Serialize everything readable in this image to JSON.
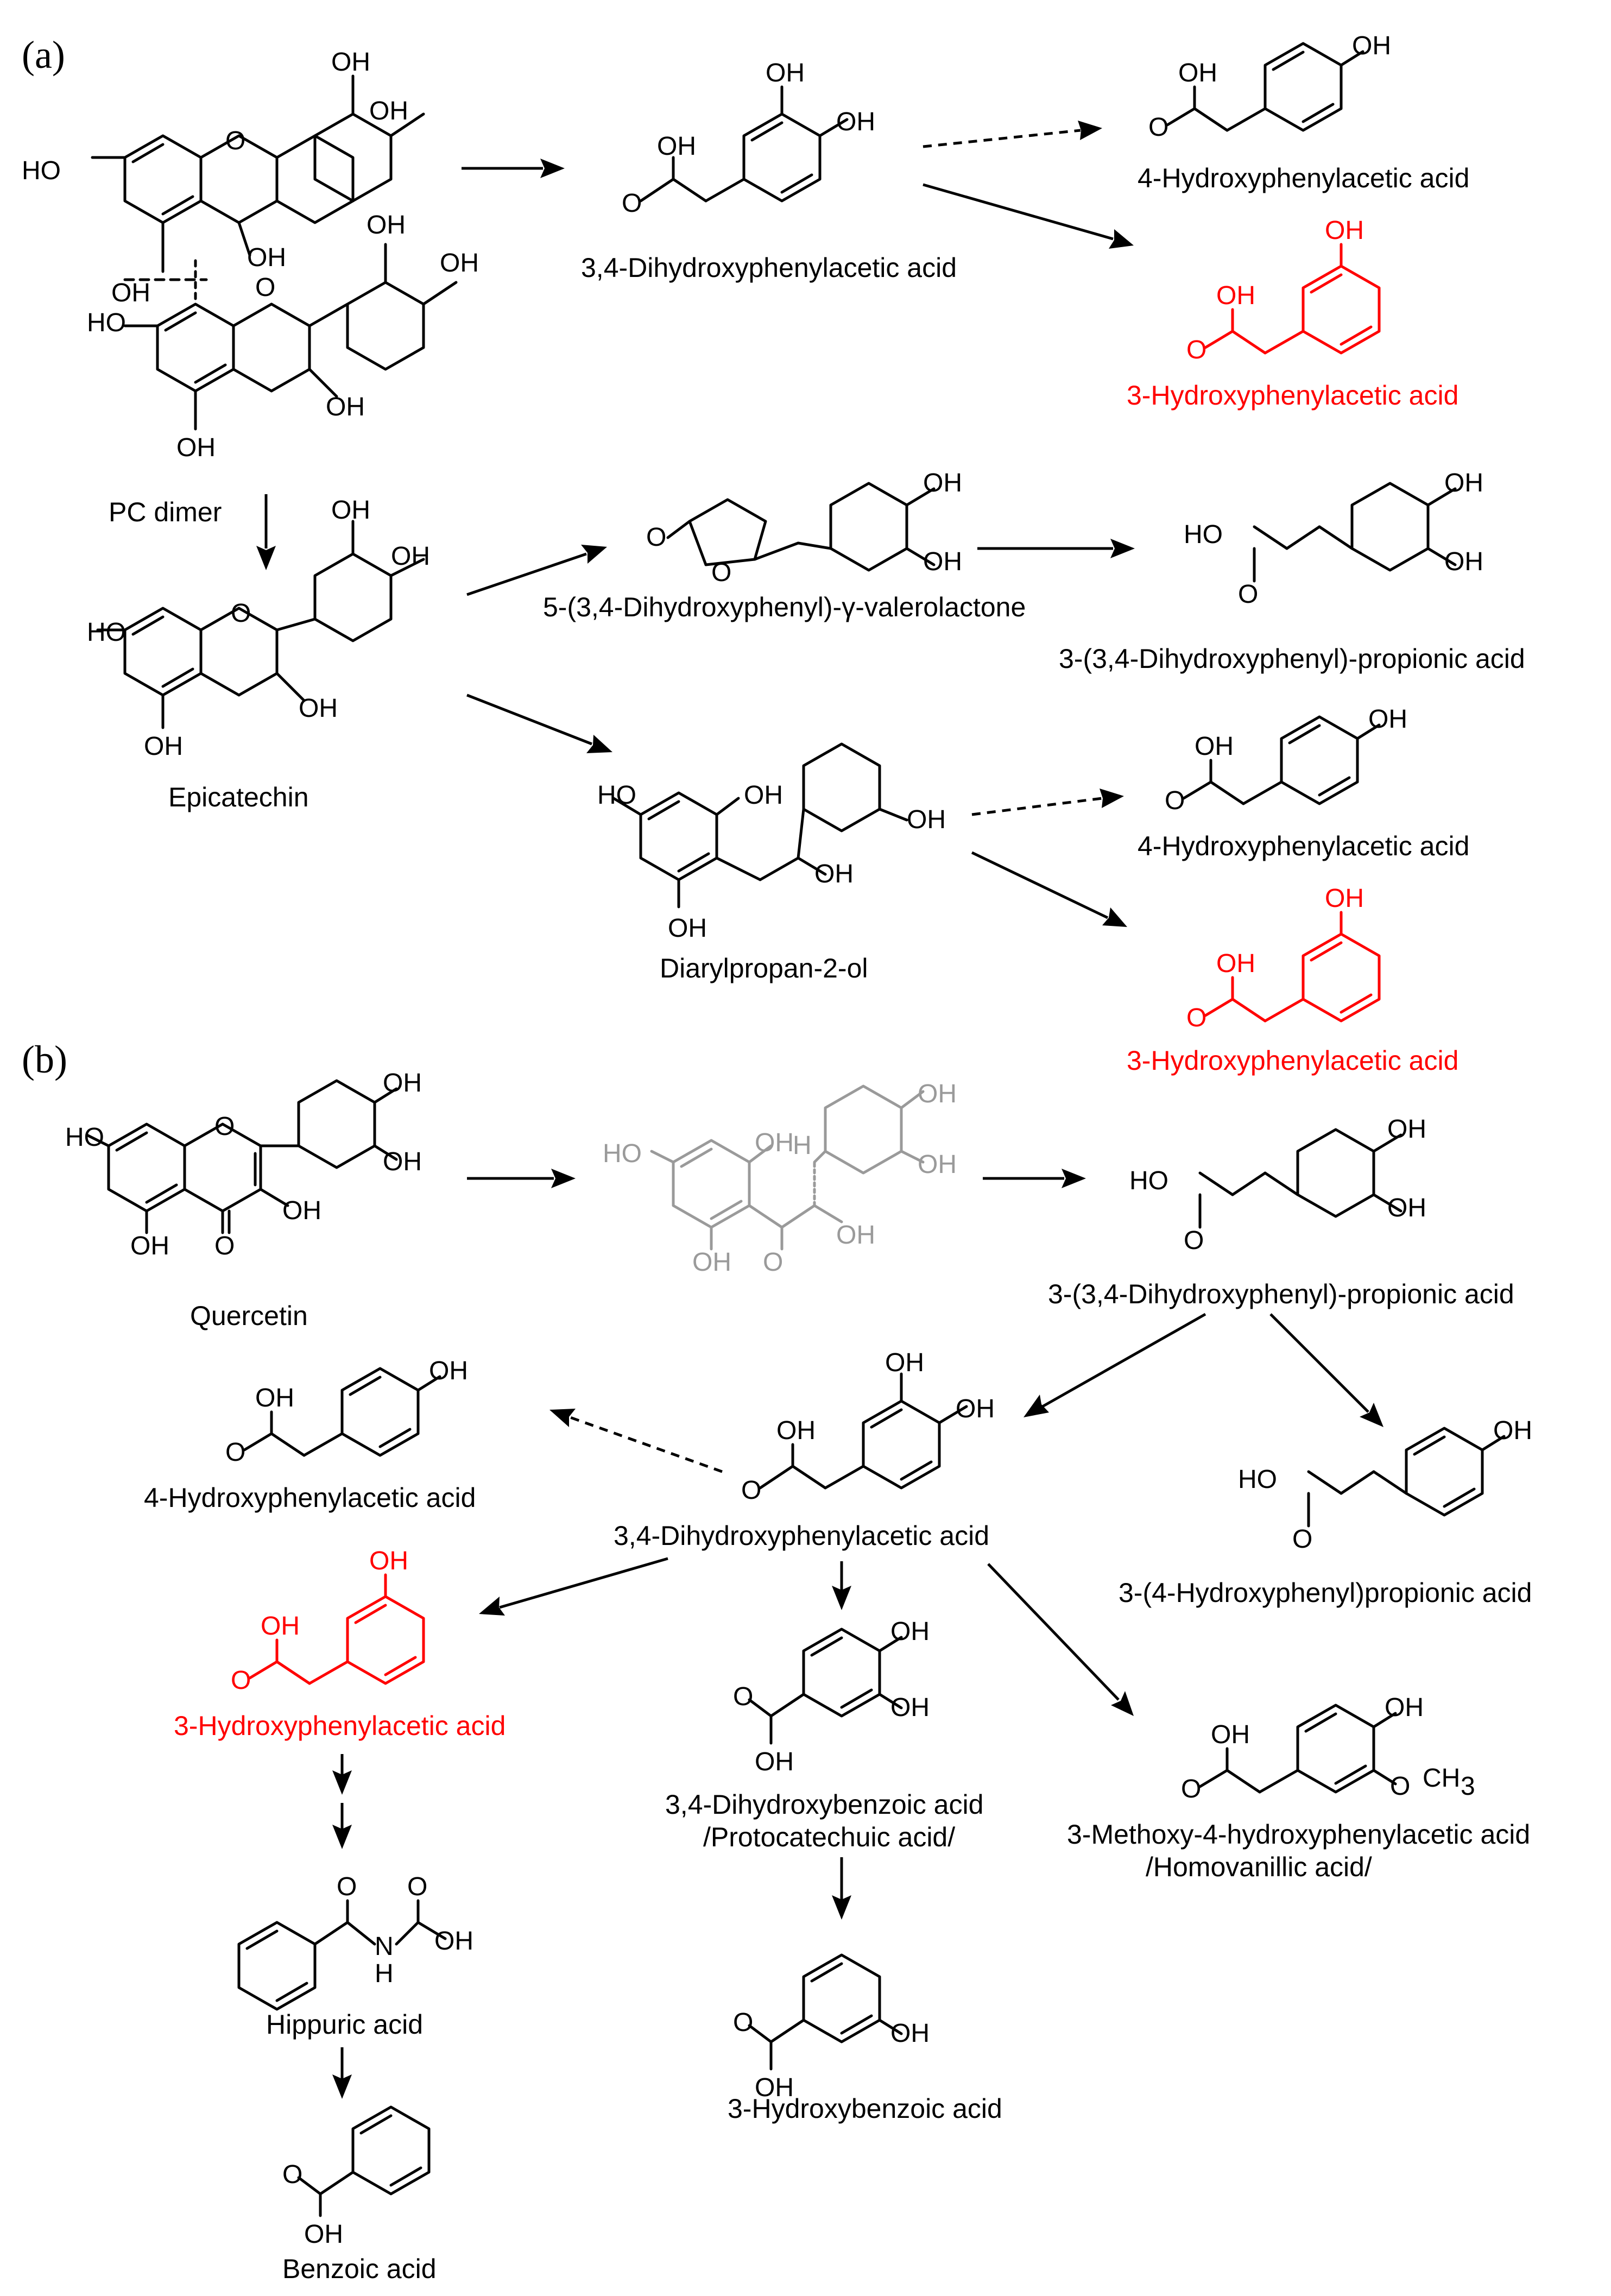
{
  "panels": {
    "a": "(a)",
    "b": "(b)"
  },
  "labels": {
    "pc_dimer": "PC dimer",
    "epicatechin": "Epicatechin",
    "dhpaa_a": "3,4-Dihydroxyphenylacetic acid",
    "hpaa4_a1": "4-Hydroxyphenylacetic acid",
    "hpaa3_a1": "3-Hydroxyphenylacetic acid",
    "valerolactone": "5-(3,4-Dihydroxyphenyl)-γ-valerolactone",
    "dhppa_a": "3-(3,4-Dihydroxyphenyl)-propionic acid",
    "diaryl": "Diarylpropan-2-ol",
    "hpaa4_a2": "4-Hydroxyphenylacetic acid",
    "hpaa3_a2": "3-Hydroxyphenylacetic acid",
    "quercetin": "Quercetin",
    "dhppa_b": "3-(3,4-Dihydroxyphenyl)-propionic acid",
    "hpaa4_b": "4-Hydroxyphenylacetic acid",
    "dhpaa_b": "3,4-Dihydroxyphenylacetic acid",
    "hppa_b": "3-(4-Hydroxyphenyl)propionic acid",
    "hpaa3_b": "3-Hydroxyphenylacetic acid",
    "dhba_1": "3,4-Dihydroxybenzoic acid",
    "dhba_2": "/Protocatechuic acid/",
    "hva_1": "3-Methoxy-4-hydroxyphenylacetic acid",
    "hva_2": "/Homovanillic acid/",
    "hippuric": "Hippuric acid",
    "hba3": "3-Hydroxybenzoic acid",
    "benzoic": "Benzoic acid"
  },
  "atoms": {
    "OH": "OH",
    "HO": "HO",
    "O": "O",
    "H": "H",
    "N": "N",
    "CH3": "CH",
    "CH3_sub": "3"
  },
  "colors": {
    "highlight": "#ff0000",
    "intermediate": "#9a9a9a",
    "default": "#000000"
  }
}
